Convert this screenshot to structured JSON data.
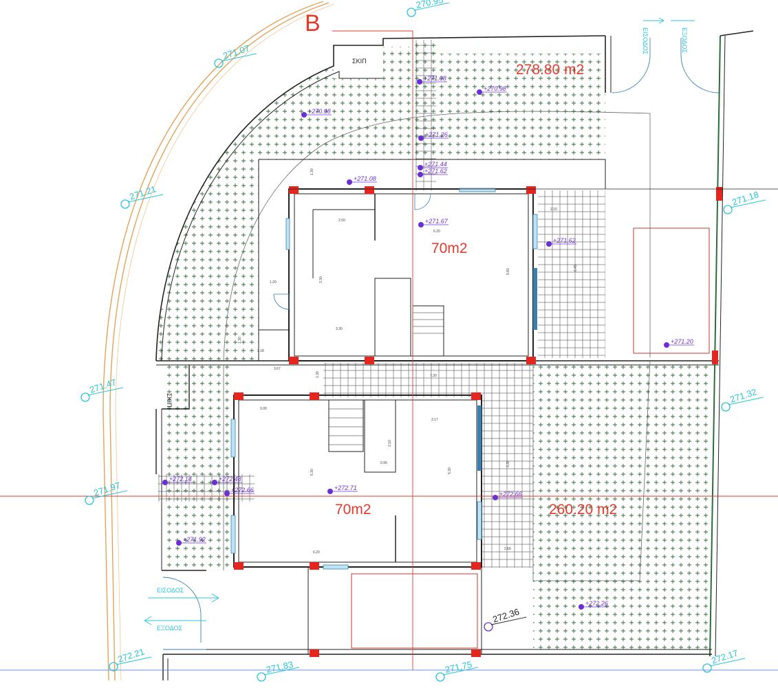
{
  "section_marker": "B",
  "areas": {
    "garden_north": "278.80 m2",
    "garden_east": "260.20 m2",
    "upper_unit": "70m2",
    "lower_unit": "70m2"
  },
  "skip_labels": [
    "ΣΚΙΠ",
    "ΣΚΙΠ"
  ],
  "gates": {
    "north_in": "ΕΙΣΟΔΟΣ",
    "north_out": "ΕΞΟΔΟΣ",
    "west_in": "ΕΙΣΟΔΟΣ",
    "west_out": "ΕΞΟΔΟΣ"
  },
  "site_levels": [
    "270.95",
    "271.07",
    "271.21",
    "271.47",
    "271.97",
    "272.21",
    "271.83",
    "271.75",
    "272.17",
    "271.32",
    "271.18",
    "272.36"
  ],
  "spot_levels": [
    "+271.08",
    "+270.98",
    "+270.98",
    "+271.26",
    "+271.44",
    "+271.62",
    "+271.08",
    "+271.67",
    "+271.62",
    "+271.20",
    "+272.14",
    "+272.48",
    "+272.66",
    "+272.71",
    "+272.66",
    "+271.92",
    "+272.26"
  ],
  "dimensions": [
    "1.30",
    "2.50",
    "6.20",
    "1.20",
    "3.30",
    "3.30",
    "5.80",
    "1.30",
    "2.18",
    "3.67",
    "1.30",
    "3.00",
    "3.17",
    "0.96",
    "2.10",
    "5.30",
    "5.30",
    "3.30",
    "6.20",
    "2.66",
    "6.45",
    "2.10",
    "7.30"
  ]
}
